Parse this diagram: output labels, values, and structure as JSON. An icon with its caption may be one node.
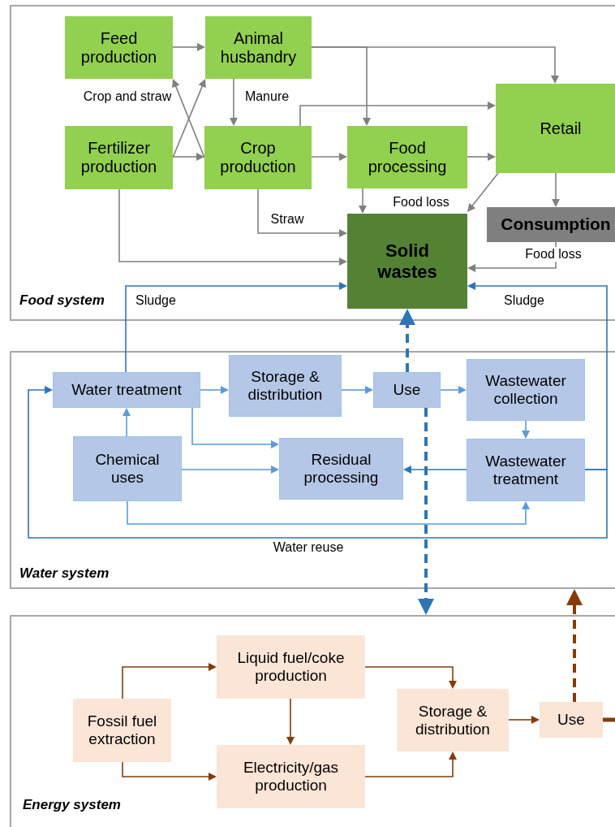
{
  "diagram": {
    "nodes": [
      {
        "text": [
          "Food system"
        ]
      },
      {
        "text": [
          "Feed production"
        ],
        "in": 0
      },
      {
        "text": [
          "Animal husbandry"
        ],
        "in": 0
      },
      {
        "text": [
          "Fertilizer production"
        ],
        "in": 0
      },
      {
        "text": [
          "Crop production"
        ],
        "in": 0
      },
      {
        "text": [
          "Food processing"
        ],
        "in": 0
      },
      {
        "text": [
          "Retail"
        ],
        "in": 0
      },
      {
        "text": [
          "Solid wastes"
        ],
        "in": 0
      },
      {
        "text": [
          "Consumption"
        ],
        "in": 0
      },
      {
        "text": [
          "Water system"
        ]
      },
      {
        "text": [
          "Water treatment"
        ],
        "in": 9
      },
      {
        "text": [
          "Storage & distribution"
        ],
        "in": 9
      },
      {
        "text": [
          "Use"
        ],
        "in": 9
      },
      {
        "text": [
          "Wastewater collection"
        ],
        "in": 9
      },
      {
        "text": [
          "Chemical uses"
        ],
        "in": 9
      },
      {
        "text": [
          "Residual processing"
        ],
        "in": 9
      },
      {
        "text": [
          "Wastewater treatment"
        ],
        "in": 9
      },
      {
        "text": [
          "Energy system"
        ]
      },
      {
        "text": [
          "Fossil fuel extraction"
        ],
        "in": 17
      },
      {
        "text": [
          "Liquid fuel/coke production"
        ],
        "in": 17
      },
      {
        "text": [
          "Electricity/gas production"
        ],
        "in": 17
      },
      {
        "text": [
          "Storage & distribution"
        ],
        "in": 17
      },
      {
        "text": [
          "Use"
        ],
        "in": 17
      }
    ],
    "edges": [
      {
        "from": 1,
        "to": 2,
        "arrow": "to"
      },
      {
        "from": 3,
        "to": 2,
        "arrow": "to"
      },
      {
        "from": 3,
        "to": 4,
        "arrow": "to"
      },
      {
        "from": 4,
        "to": 1,
        "arrow": "to",
        "label": "Crop and straw"
      },
      {
        "from": 2,
        "to": 4,
        "arrow": "to",
        "label": "Manure"
      },
      {
        "from": 2,
        "to": 5,
        "arrow": "to"
      },
      {
        "from": 2,
        "to": 6,
        "arrow": "to"
      },
      {
        "from": 4,
        "to": 5,
        "arrow": "to"
      },
      {
        "from": 4,
        "to": 6,
        "arrow": "to"
      },
      {
        "from": 5,
        "to": 6,
        "arrow": "to"
      },
      {
        "from": 5,
        "to": 7,
        "arrow": "to",
        "label": "Food loss"
      },
      {
        "from": 6,
        "to": 7,
        "arrow": "to"
      },
      {
        "from": 6,
        "to": 8,
        "arrow": "to"
      },
      {
        "from": 4,
        "to": 7,
        "arrow": "to",
        "label": "Straw"
      },
      {
        "from": 3,
        "to": 7,
        "arrow": "to"
      },
      {
        "from": 8,
        "to": 7,
        "arrow": "to",
        "label": "Food loss"
      },
      {
        "from": 10,
        "to": 7,
        "arrow": "to",
        "label": "Sludge",
        "color": "#2e75b6"
      },
      {
        "from": 16,
        "to": 7,
        "arrow": "to",
        "label": "Sludge",
        "color": "#2e75b6"
      },
      {
        "from": 12,
        "to": 7,
        "arrow": "to",
        "style": "dashed",
        "color": "#2e75b6"
      },
      {
        "from": 12,
        "to": 17,
        "arrow": "to",
        "style": "dashed",
        "color": "#2e75b6"
      },
      {
        "from": 10,
        "to": 11,
        "arrow": "to",
        "color": "#5b9bd5"
      },
      {
        "from": 11,
        "to": 12,
        "arrow": "to",
        "color": "#5b9bd5"
      },
      {
        "from": 12,
        "to": 13,
        "arrow": "to",
        "color": "#5b9bd5"
      },
      {
        "from": 13,
        "to": 16,
        "arrow": "to",
        "color": "#5b9bd5"
      },
      {
        "from": 16,
        "to": 15,
        "arrow": "to",
        "color": "#2e75b6"
      },
      {
        "from": 14,
        "to": 10,
        "arrow": "to",
        "color": "#5b9bd5"
      },
      {
        "from": 14,
        "to": 15,
        "arrow": "to",
        "color": "#5b9bd5"
      },
      {
        "from": 10,
        "to": 15,
        "arrow": "to",
        "color": "#5b9bd5"
      },
      {
        "from": 14,
        "to": 16,
        "arrow": "to",
        "color": "#5b9bd5"
      },
      {
        "from": 16,
        "to": 10,
        "arrow": "to",
        "label": "Water reuse",
        "color": "#2e75b6"
      },
      {
        "from": 22,
        "to": 9,
        "arrow": "to",
        "style": "dashed",
        "color": "#843c0c"
      },
      {
        "from": 22,
        "to": null,
        "arrow": "none",
        "style": "thick",
        "color": "#843c0c"
      },
      {
        "from": 18,
        "to": 19,
        "arrow": "to",
        "color": "#843c0c"
      },
      {
        "from": 18,
        "to": 20,
        "arrow": "to",
        "color": "#843c0c"
      },
      {
        "from": 19,
        "to": 20,
        "arrow": "to",
        "color": "#843c0c"
      },
      {
        "from": 19,
        "to": 21,
        "arrow": "to",
        "color": "#843c0c"
      },
      {
        "from": 20,
        "to": 21,
        "arrow": "to",
        "color": "#843c0c"
      },
      {
        "from": 21,
        "to": 22,
        "arrow": "to",
        "color": "#843c0c"
      }
    ]
  }
}
